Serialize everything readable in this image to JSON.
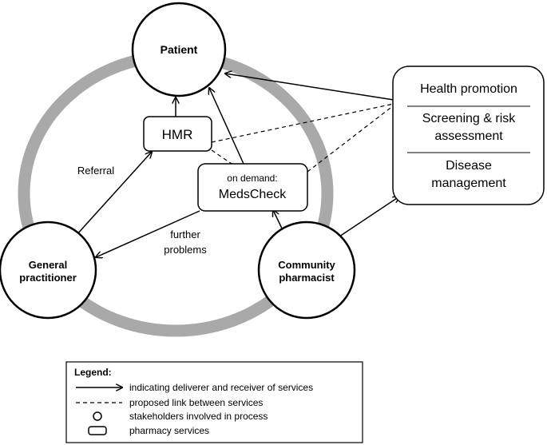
{
  "nodes": {
    "patient": {
      "label": "Patient"
    },
    "gp": {
      "line1": "General",
      "line2": "practitioner"
    },
    "pharmacist": {
      "line1": "Community",
      "line2": "pharmacist"
    }
  },
  "services": {
    "hmr": "HMR",
    "medscheck_prefix": "on demand:",
    "medscheck": "MedsCheck",
    "health_box": {
      "health_promotion": "Health promotion",
      "screening_line1": "Screening & risk",
      "screening_line2": "assessment",
      "disease_line1": "Disease",
      "disease_line2": "management"
    }
  },
  "edge_labels": {
    "referral": "Referral",
    "further_line1": "further",
    "further_line2": "problems"
  },
  "legend": {
    "title": "Legend:",
    "items": [
      "indicating deliverer and receiver of services",
      "proposed link between services",
      "stakeholders involved in process",
      "pharmacy services"
    ]
  },
  "colors": {
    "ring": "#a9a9a9",
    "stroke": "#000000"
  }
}
